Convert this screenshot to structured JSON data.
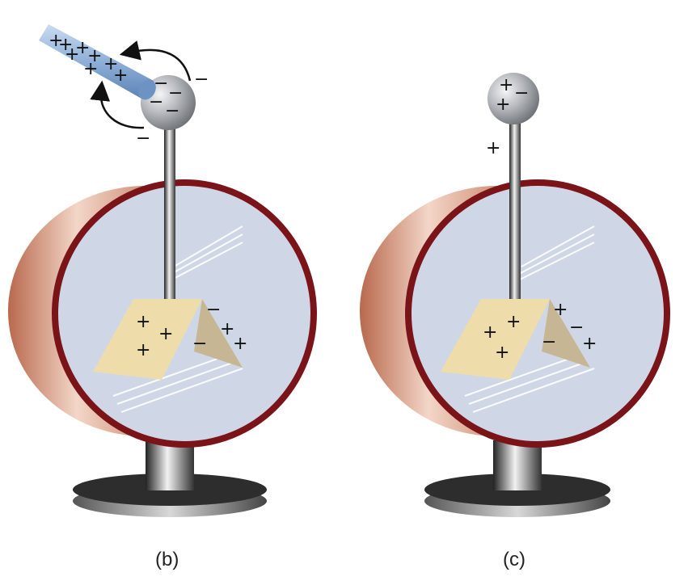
{
  "panels": [
    {
      "id": "b",
      "caption": "(b)",
      "rod_charges": [
        "+",
        "+",
        "+",
        "+",
        "+",
        "+",
        "+",
        "+"
      ],
      "sphere_charges": [
        "−",
        "−",
        "−",
        "−"
      ],
      "outer_charges": [
        "−",
        "−"
      ],
      "foil_left_charges": [
        "+",
        "+",
        "+"
      ],
      "foil_right_charges": [
        "−",
        "+",
        "−",
        "+"
      ]
    },
    {
      "id": "c",
      "caption": "(c)",
      "sphere_charges": [
        "+",
        "−",
        "+"
      ],
      "outer_charges": [
        "+"
      ],
      "foil_left_charges": [
        "+",
        "+",
        "+"
      ],
      "foil_right_charges": [
        "+",
        "−",
        "−",
        "+"
      ]
    }
  ],
  "colors": {
    "rim_outer": "#c9856a",
    "rim_inner_ring": "#7a1418",
    "glass": "#cfd7e6",
    "foil": "#eedcaa",
    "rod": "#8fb0d8",
    "sphere": "#b5b8bd",
    "base": "#3a3a3a"
  },
  "icons": [
    "electroscope-icon",
    "charged-rod-icon",
    "curved-arrow-icon"
  ]
}
